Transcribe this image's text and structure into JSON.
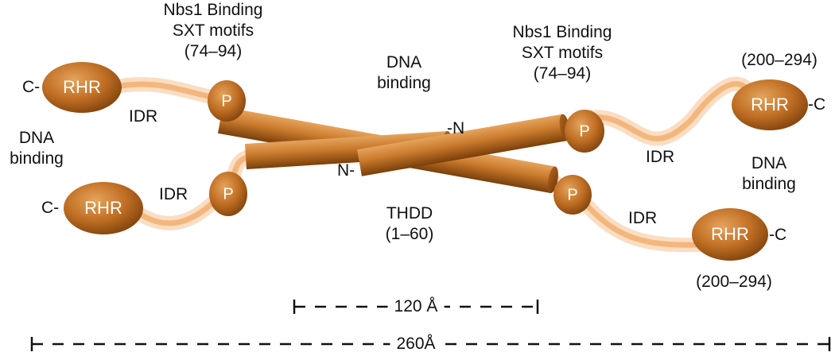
{
  "colors": {
    "orange_light": "#d58a3c",
    "orange_dark": "#8e4c10",
    "idr": "#f4b47a",
    "text": "#111111"
  },
  "labels": {
    "nbs1_left": [
      "Nbs1 Binding",
      "SXT motifs",
      "(74–94)"
    ],
    "nbs1_right": [
      "Nbs1 Binding",
      "SXT motifs",
      "(74–94)"
    ],
    "dna_center": [
      "DNA",
      "binding"
    ],
    "dna_left": [
      "DNA",
      "binding"
    ],
    "dna_right": [
      "DNA",
      "binding"
    ],
    "thdd": [
      "THDD",
      "(1–60)"
    ],
    "range_right_top": "(200–294)",
    "range_right_bottom": "(200–294)",
    "idr": "IDR",
    "c_prefix": "C-",
    "c_suffix": "-C",
    "n_prefix": "N-",
    "n_suffix": "-N"
  },
  "nodes": {
    "rhr": "RHR",
    "p": "P"
  },
  "dimensions": {
    "short": "120 Å",
    "long": "260Å"
  }
}
